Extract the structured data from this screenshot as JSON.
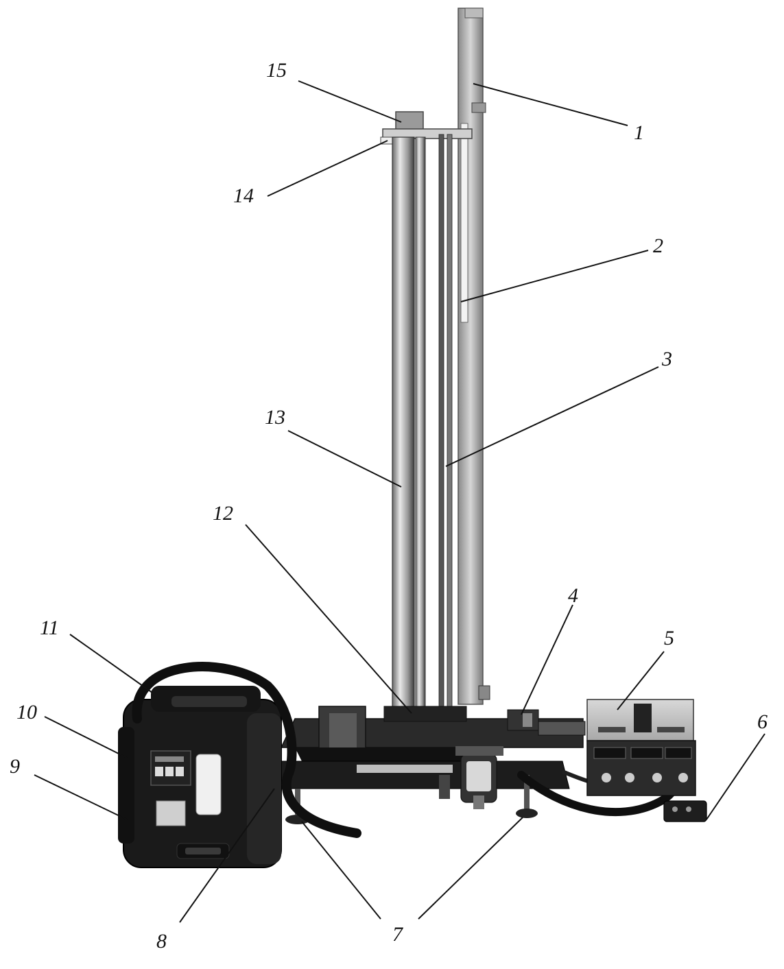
{
  "callouts": [
    {
      "id": "1",
      "label": "1"
    },
    {
      "id": "2",
      "label": "2"
    },
    {
      "id": "3",
      "label": "3"
    },
    {
      "id": "4",
      "label": "4"
    },
    {
      "id": "5",
      "label": "5"
    },
    {
      "id": "6",
      "label": "6"
    },
    {
      "id": "7",
      "label": "7"
    },
    {
      "id": "8",
      "label": "8"
    },
    {
      "id": "9",
      "label": "9"
    },
    {
      "id": "10",
      "label": "10"
    },
    {
      "id": "11",
      "label": "11"
    },
    {
      "id": "12",
      "label": "12"
    },
    {
      "id": "13",
      "label": "13"
    },
    {
      "id": "14",
      "label": "14"
    },
    {
      "id": "15",
      "label": "15"
    }
  ],
  "colors": {
    "background": "#ffffff",
    "ink": "#111111",
    "metal_light": "#c8c8c8",
    "metal_dark": "#4a4a4a",
    "body_black": "#1a1a1a"
  }
}
